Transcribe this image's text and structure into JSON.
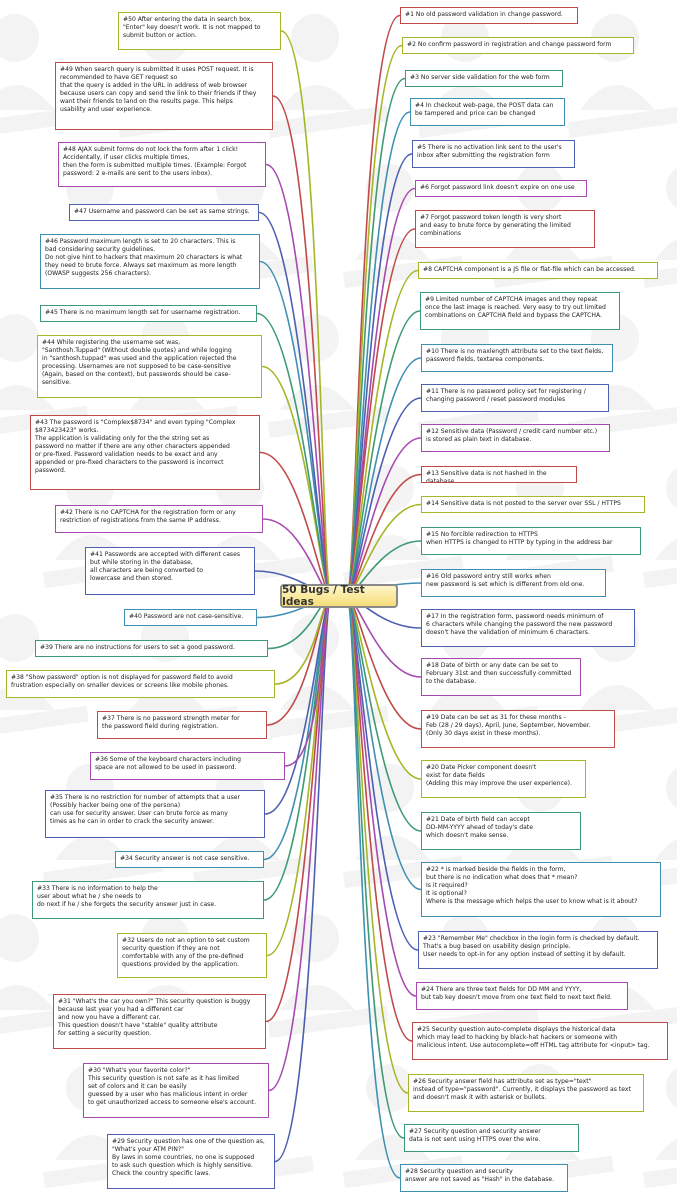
{
  "central_topic": "50 Bugs / Test Ideas",
  "nodes": [
    {
      "id": 1,
      "side": "right",
      "color": "#c04a4a",
      "text": "#1 No old password validation in change password."
    },
    {
      "id": 2,
      "side": "right",
      "color": "#a7b526",
      "text": "#2 No confirm password in registration and change password form"
    },
    {
      "id": 3,
      "side": "right",
      "color": "#3e9a72",
      "text": "#3 No server side validation for the web form"
    },
    {
      "id": 4,
      "side": "right",
      "color": "#3f8fb3",
      "text": "#4 In checkout web-page, the POST data can\nbe tampered and price can be changed"
    },
    {
      "id": 5,
      "side": "right",
      "color": "#4d5fb0",
      "text": "#5 There is no activation link sent to the user's\ninbox after submitting the registration form"
    },
    {
      "id": 6,
      "side": "right",
      "color": "#a64ab0",
      "text": "#6 Forgot password link doesn't expire on one use"
    },
    {
      "id": 7,
      "side": "right",
      "color": "#c04a4a",
      "text": "#7 Forgot password token length is very short\nand easy to brute force by generating the limited\ncombinations"
    },
    {
      "id": 8,
      "side": "right",
      "color": "#a7b526",
      "text": "#8 CAPTCHA component is a JS file or flat-file which can be accessed."
    },
    {
      "id": 9,
      "side": "right",
      "color": "#3e9a72",
      "text": "#9 Limited number of CAPTCHA images and they repeat\nonce the last image is reached. Very easy to try out limited\ncombinations on CAPTCHA field and bypass the CAPTCHA."
    },
    {
      "id": 10,
      "side": "right",
      "color": "#3f8fb3",
      "text": "#10 There is no maxlength attribute set to the text fields,\npassword fields, textarea components."
    },
    {
      "id": 11,
      "side": "right",
      "color": "#4d5fb0",
      "text": "#11 There is no password policy set for registering /\nchanging password / reset password modules"
    },
    {
      "id": 12,
      "side": "right",
      "color": "#a64ab0",
      "text": "#12 Sensitive data (Password / credit card number etc.)\nis stored as plain text in database."
    },
    {
      "id": 13,
      "side": "right",
      "color": "#c04a4a",
      "text": "#13 Sensitive data is not hashed in the database"
    },
    {
      "id": 14,
      "side": "right",
      "color": "#a7b526",
      "text": "#14 Sensitive data is not posted to the server over SSL / HTTPS"
    },
    {
      "id": 15,
      "side": "right",
      "color": "#3e9a72",
      "text": "#15 No forcible redirection to HTTPS\nwhen HTTPS is changed to HTTP by typing in the address bar"
    },
    {
      "id": 16,
      "side": "right",
      "color": "#3f8fb3",
      "text": "#16 Old password entry still works when\nnew password is set which is different from old one."
    },
    {
      "id": 17,
      "side": "right",
      "color": "#4d5fb0",
      "text": "#17 In the registration form, password needs minimum of\n6 characters while changing the password the new password\ndoesn't have the validation of minimum 6 characters."
    },
    {
      "id": 18,
      "side": "right",
      "color": "#a64ab0",
      "text": "#18 Date of birth or any date can be set to\nFebruary 31st and then successfully committed\nto the database."
    },
    {
      "id": 19,
      "side": "right",
      "color": "#c04a4a",
      "text": "#19 Date can be set as 31 for these months -\nFeb (28 / 29 days),  April, June, September, November.\n(Only 30 days exist in these months)."
    },
    {
      "id": 20,
      "side": "right",
      "color": "#a7b526",
      "text": "#20 Date Picker component doesn't\nexist for date fields\n(Adding this may improve the user experience)."
    },
    {
      "id": 21,
      "side": "right",
      "color": "#3e9a72",
      "text": "#21 Date of birth field can accept\nDD-MM-YYYY ahead of today's date\nwhich doesn't make sense."
    },
    {
      "id": 22,
      "side": "right",
      "color": "#3f8fb3",
      "text": "#22 * is marked beside the fields in the form,\nbut there is no indication what does that * mean?\nIs it required?\nIt is optional?\nWhere is the message which helps the user to know what is it about?"
    },
    {
      "id": 23,
      "side": "right",
      "color": "#4d5fb0",
      "text": "#23 \"Remember Me\" checkbox in the login form is checked by default.\nThat's a bug based on usability design principle.\nUser needs to opt-in for any option instead of setting it by default."
    },
    {
      "id": 24,
      "side": "right",
      "color": "#a64ab0",
      "text": "#24 There are three text fields for DD MM and YYYY,\nbut tab key doesn't move from one text field to next text field."
    },
    {
      "id": 25,
      "side": "right",
      "color": "#c04a4a",
      "text": "#25 Security question auto-complete displays the historical data\nwhich may lead to hacking by black-hat hackers or someone with\nmalicious intent. Use autocomplete=off HTML tag attribute for <input> tag."
    },
    {
      "id": 26,
      "side": "right",
      "color": "#a7b526",
      "text": "#26 Security answer field has attribute set as type=\"text\"\ninstead of type=\"password\". Currently, it displays the password as text\nand doesn't mask it with asterisk or bullets."
    },
    {
      "id": 27,
      "side": "right",
      "color": "#3e9a72",
      "text": "#27 Security question and security answer\ndata is not sent using HTTPS over the wire."
    },
    {
      "id": 28,
      "side": "right",
      "color": "#3f8fb3",
      "text": "#28 Security question and security\nanswer are not saved as \"Hash\" in the database."
    },
    {
      "id": 29,
      "side": "left",
      "color": "#4d5fb0",
      "text": "#29 Security question has one of the question as,\n\"What's your ATM PIN?\"\nBy laws in some countries, no one is supposed\nto ask such question which is highly sensitive.\nCheck the country specific laws."
    },
    {
      "id": 30,
      "side": "left",
      "color": "#a64ab0",
      "text": "#30 \"What's your favorite color?\"\nThis security question is not safe as it has limited\nset of colors and it can be easily\nguessed by a user who has malicious intent in order\nto get unauthorized access to someone else's account."
    },
    {
      "id": 31,
      "side": "left",
      "color": "#c04a4a",
      "text": "#31 \"What's the car you own?\" This security question is buggy\nbecause last year you had a different car\n and now you have a different car.\nThis question doesn't have \"stable\" quality attribute\nfor setting a security question."
    },
    {
      "id": 32,
      "side": "left",
      "color": "#a7b526",
      "text": "#32 Users do not an option to set custom\nsecurity question if they are not\ncomfortable with any of the pre-defined\nquestions provided by the application."
    },
    {
      "id": 33,
      "side": "left",
      "color": "#3e9a72",
      "text": "#33 There is no information to help the\n user about what he / she needs to\ndo next if he / she forgets the security answer just in case."
    },
    {
      "id": 34,
      "side": "left",
      "color": "#3f8fb3",
      "text": "#34 Security answer is not case sensitive."
    },
    {
      "id": 35,
      "side": "left",
      "color": "#4d5fb0",
      "text": "#35 There is no restriction for number of attempts that a user\n(Possibly hacker being one of the persona)\ncan use for security answer. User can brute force as many\ntimes as he can in order to crack the security answer."
    },
    {
      "id": 36,
      "side": "left",
      "color": "#a64ab0",
      "text": "#36 Some of the keyboard characters including\nspace are not allowed to be used in password."
    },
    {
      "id": 37,
      "side": "left",
      "color": "#c04a4a",
      "text": "#37 There is no password strength meter for\nthe password field during registration."
    },
    {
      "id": 38,
      "side": "left",
      "color": "#a7b526",
      "text": "#38 \"Show password\" option is not displayed for password field to avoid\nfrustration especially on smaller devices or screens like mobile phones."
    },
    {
      "id": 39,
      "side": "left",
      "color": "#3e9a72",
      "text": "#39 There are no instructions for users to set a good password."
    },
    {
      "id": 40,
      "side": "left",
      "color": "#3f8fb3",
      "text": "#40 Password are not case-sensitive."
    },
    {
      "id": 41,
      "side": "left",
      "color": "#4d5fb0",
      "text": "#41 Passwords are accepted with different cases\nbut while storing in the database,\nall characters are being converted to\nlowercase and then stored."
    },
    {
      "id": 42,
      "side": "left",
      "color": "#a64ab0",
      "text": "#42 There is no CAPTCHA for the registration form or any\nrestriction of registrations from the same IP address."
    },
    {
      "id": 43,
      "side": "left",
      "color": "#c04a4a",
      "text": "#43 The password is \"Complex$8734\" and even typing \"Complex\n$873423423\" works.\nThe application is validating only for the the string set as\npassword no matter if there are any other characters appended\nor pre-fixed. Password validation needs to be exact and any\nappended or pre-fixed characters to the password is incorrect\npassword."
    },
    {
      "id": 44,
      "side": "left",
      "color": "#a7b526",
      "text": "#44 While registering the username set was,\n\"Santhosh.Tuppad\" (Without double quotes) and while logging\nin \"santhosh.tuppad\" was used and the application rejected the\nprocessing. Usernames are not supposed to be case-sensitive\n(Again, based on the context), but passwords should be case-\nsensitive."
    },
    {
      "id": 45,
      "side": "left",
      "color": "#3e9a72",
      "text": "#45 There is no maximum length set for username registration."
    },
    {
      "id": 46,
      "side": "left",
      "color": "#3f8fb3",
      "text": "#46 Password maximum length is set to 20 characters. This is\nbad considering security guidelines.\nDo not give hint to hackers that maximum 20 characters is what\nthey need to brute force. Always set maximum as more length\n(OWASP suggests 256 characters)."
    },
    {
      "id": 47,
      "side": "left",
      "color": "#4d5fb0",
      "text": "#47 Username and password can be set as same strings."
    },
    {
      "id": 48,
      "side": "left",
      "color": "#a64ab0",
      "text": "#48 AJAX submit forms do not lock the form after 1 click!\nAccidentally, if user clicks multiple times,\nthen the form is submitted multiple times. (Example: Forgot\npassword: 2 e-mails are sent to the users inbox)."
    },
    {
      "id": 49,
      "side": "left",
      "color": "#c04a4a",
      "text": "#49 When search query is submitted it uses POST request. It is\nrecommended to have GET request so\nthat the query is added in the URL in address of web browser\nbecause users can copy and send the link to their friends if they\nwant their friends to land on the results page. This helps\nusability and user experience."
    },
    {
      "id": 50,
      "side": "left",
      "color": "#a7b526",
      "text": "#50 After entering the data in search box,\n\"Enter\" key doesn't work. It is not mapped to\nsubmit button or action."
    }
  ]
}
